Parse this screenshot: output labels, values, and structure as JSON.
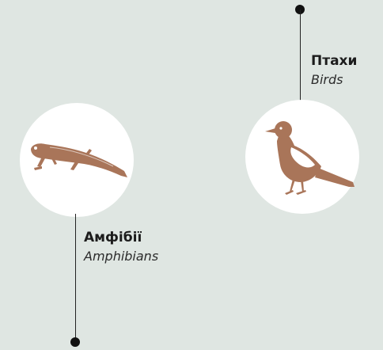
{
  "colors": {
    "background": "#dfe6e2",
    "circle": "#ffffff",
    "line": "#222222",
    "animal_fill": "#a97559"
  },
  "birds": {
    "title": "Птахи",
    "subtitle": "Birds",
    "icon": "magpie-icon"
  },
  "amphibians": {
    "title": "Амфібії",
    "subtitle": "Amphibians",
    "icon": "newt-icon"
  }
}
